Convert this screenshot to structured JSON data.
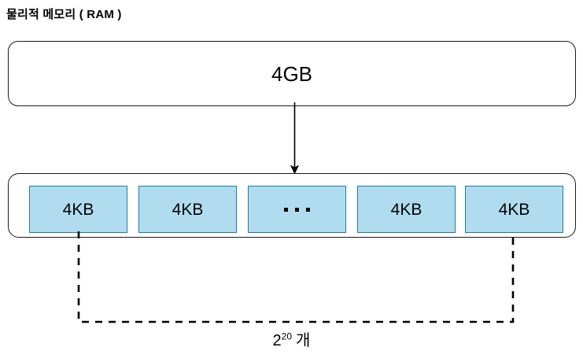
{
  "diagram": {
    "title": "물리적 메모리 ( RAM )",
    "ram": {
      "label": "4GB"
    },
    "arrow": {
      "name": "down-arrow"
    },
    "frames": [
      {
        "label": "4KB",
        "type": "text"
      },
      {
        "label": "4KB",
        "type": "text"
      },
      {
        "label": "•••",
        "type": "ellipsis"
      },
      {
        "label": "4KB",
        "type": "text"
      },
      {
        "label": "4KB",
        "type": "text"
      }
    ],
    "bracket": {
      "base": "2",
      "exponent": "20",
      "unit": "개"
    },
    "colors": {
      "frame_fill": "#b1dcf0",
      "frame_border": "#1f7aa8",
      "outline": "#1a1a1a",
      "background": "#ffffff"
    }
  }
}
